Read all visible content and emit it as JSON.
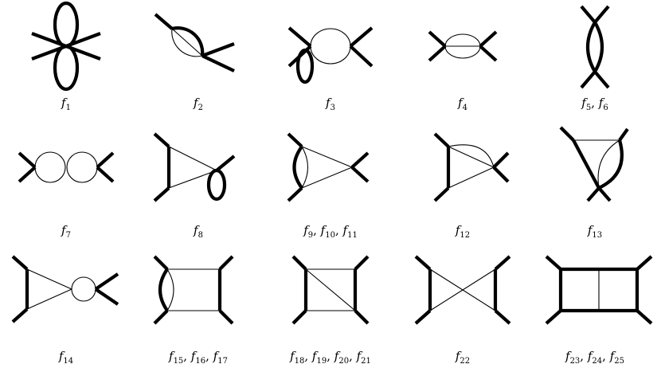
{
  "diagrams": [
    {
      "id": "f1",
      "labels": [
        {
          "base": "f",
          "sub": "1"
        }
      ]
    },
    {
      "id": "f2",
      "labels": [
        {
          "base": "f",
          "sub": "2"
        }
      ]
    },
    {
      "id": "f3",
      "labels": [
        {
          "base": "f",
          "sub": "3"
        }
      ]
    },
    {
      "id": "f4",
      "labels": [
        {
          "base": "f",
          "sub": "4"
        }
      ]
    },
    {
      "id": "f5",
      "labels": [
        {
          "base": "f",
          "sub": "5"
        },
        {
          "base": "f",
          "sub": "6"
        }
      ]
    },
    {
      "id": "f7",
      "labels": [
        {
          "base": "f",
          "sub": "7"
        }
      ]
    },
    {
      "id": "f8",
      "labels": [
        {
          "base": "f",
          "sub": "8"
        }
      ]
    },
    {
      "id": "f9",
      "labels": [
        {
          "base": "f",
          "sub": "9"
        },
        {
          "base": "f",
          "sub": "10"
        },
        {
          "base": "f",
          "sub": "11"
        }
      ]
    },
    {
      "id": "f12",
      "labels": [
        {
          "base": "f",
          "sub": "12"
        }
      ]
    },
    {
      "id": "f13",
      "labels": [
        {
          "base": "f",
          "sub": "13"
        }
      ]
    },
    {
      "id": "f14",
      "labels": [
        {
          "base": "f",
          "sub": "14"
        }
      ]
    },
    {
      "id": "f15",
      "labels": [
        {
          "base": "f",
          "sub": "15"
        },
        {
          "base": "f",
          "sub": "16"
        },
        {
          "base": "f",
          "sub": "17"
        }
      ]
    },
    {
      "id": "f18",
      "labels": [
        {
          "base": "f",
          "sub": "18"
        },
        {
          "base": "f",
          "sub": "19"
        },
        {
          "base": "f",
          "sub": "20"
        },
        {
          "base": "f",
          "sub": "21"
        }
      ]
    },
    {
      "id": "f22",
      "labels": [
        {
          "base": "f",
          "sub": "22"
        }
      ]
    },
    {
      "id": "f23",
      "labels": [
        {
          "base": "f",
          "sub": "23"
        },
        {
          "base": "f",
          "sub": "24"
        },
        {
          "base": "f",
          "sub": "25"
        }
      ]
    }
  ],
  "separator": ", "
}
